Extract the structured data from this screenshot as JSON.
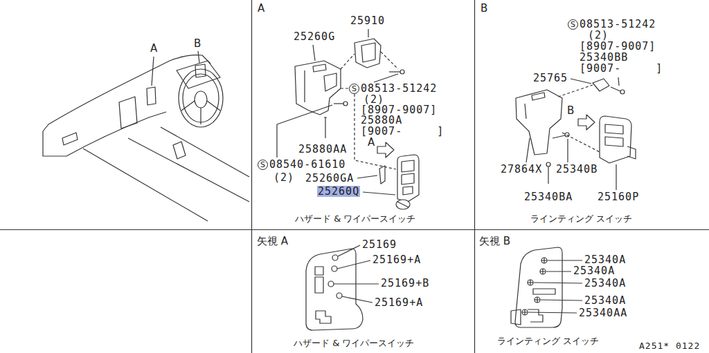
{
  "diagram": {
    "nodes": [
      {
        "text": [
          "A",
          "ハザード & ワイパースイッチ"
        ]
      },
      {
        "text": [
          "B",
          "ラインティング スイッチ"
        ]
      },
      {
        "text": [
          "矢視 A",
          "ハザード & ワイパースイッチ"
        ]
      },
      {
        "text": [
          "矢視 B",
          "ラインティング スイッチ"
        ]
      }
    ],
    "labels": [
      "A",
      "B",
      "25910",
      "25260G",
      "S",
      "08513-51242",
      "(2)",
      "[8907-9007]",
      "25880A",
      "[9007-     ]",
      "25880AA",
      "S",
      "08540-61610",
      "(2)",
      "25260GA",
      "A",
      "25260Q",
      "S",
      "08513-51242",
      "(2)",
      "[8907-9007]",
      "25340BB",
      "[9007-     ]",
      "25765",
      "B",
      "27864X",
      "25340B",
      "25340BA",
      "25160P",
      "25169",
      "25169+A",
      "25169+B",
      "25169+A",
      "25340A",
      "25340A",
      "25340A",
      "25340A",
      "25340AA",
      "A251* 0122"
    ]
  }
}
